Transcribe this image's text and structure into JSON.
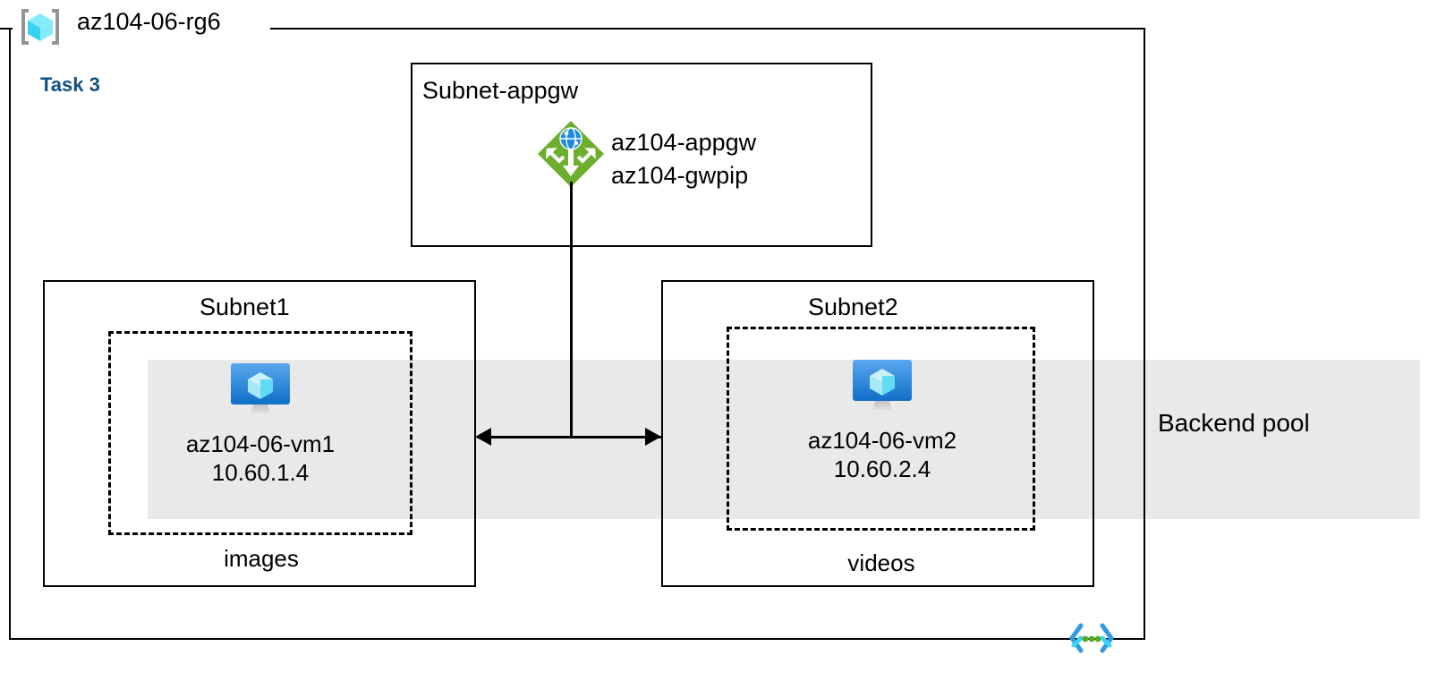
{
  "diagram": {
    "resource_group": {
      "name": "az104-06-rg6",
      "icon": "resource-group-icon"
    },
    "task": {
      "label": "Task 3",
      "color": "#12527f"
    },
    "backend_pool": {
      "label": "Backend pool",
      "band_color": "#e9e9e9"
    },
    "subnets": [
      {
        "id": "subnet-appgw",
        "title": "Subnet-appgw",
        "resource": {
          "icon": "application-gateway-icon",
          "lines": [
            "az104-appgw",
            "az104-gwpip"
          ]
        }
      },
      {
        "id": "subnet1",
        "title": "Subnet1",
        "group_label": "images",
        "vm": {
          "icon": "virtual-machine-icon",
          "name": "az104-06-vm1",
          "ip": "10.60.1.4"
        }
      },
      {
        "id": "subnet2",
        "title": "Subnet2",
        "group_label": "videos",
        "vm": {
          "icon": "virtual-machine-icon",
          "name": "az104-06-vm2",
          "ip": "10.60.2.4"
        }
      }
    ],
    "footer": {
      "icon": "code-brackets-icon"
    },
    "colors": {
      "appgw_green": "#6daf2c",
      "appgw_globe_blue": "#1d8ce0",
      "vm_blue": "#1b8fe3",
      "vm_cube_cyan": "#9fe6f7",
      "rg_cube_cyan": "#50e6ff",
      "bracket_gray": "#949494",
      "band_gray": "#e9e9e9",
      "line_black": "#000000"
    }
  }
}
